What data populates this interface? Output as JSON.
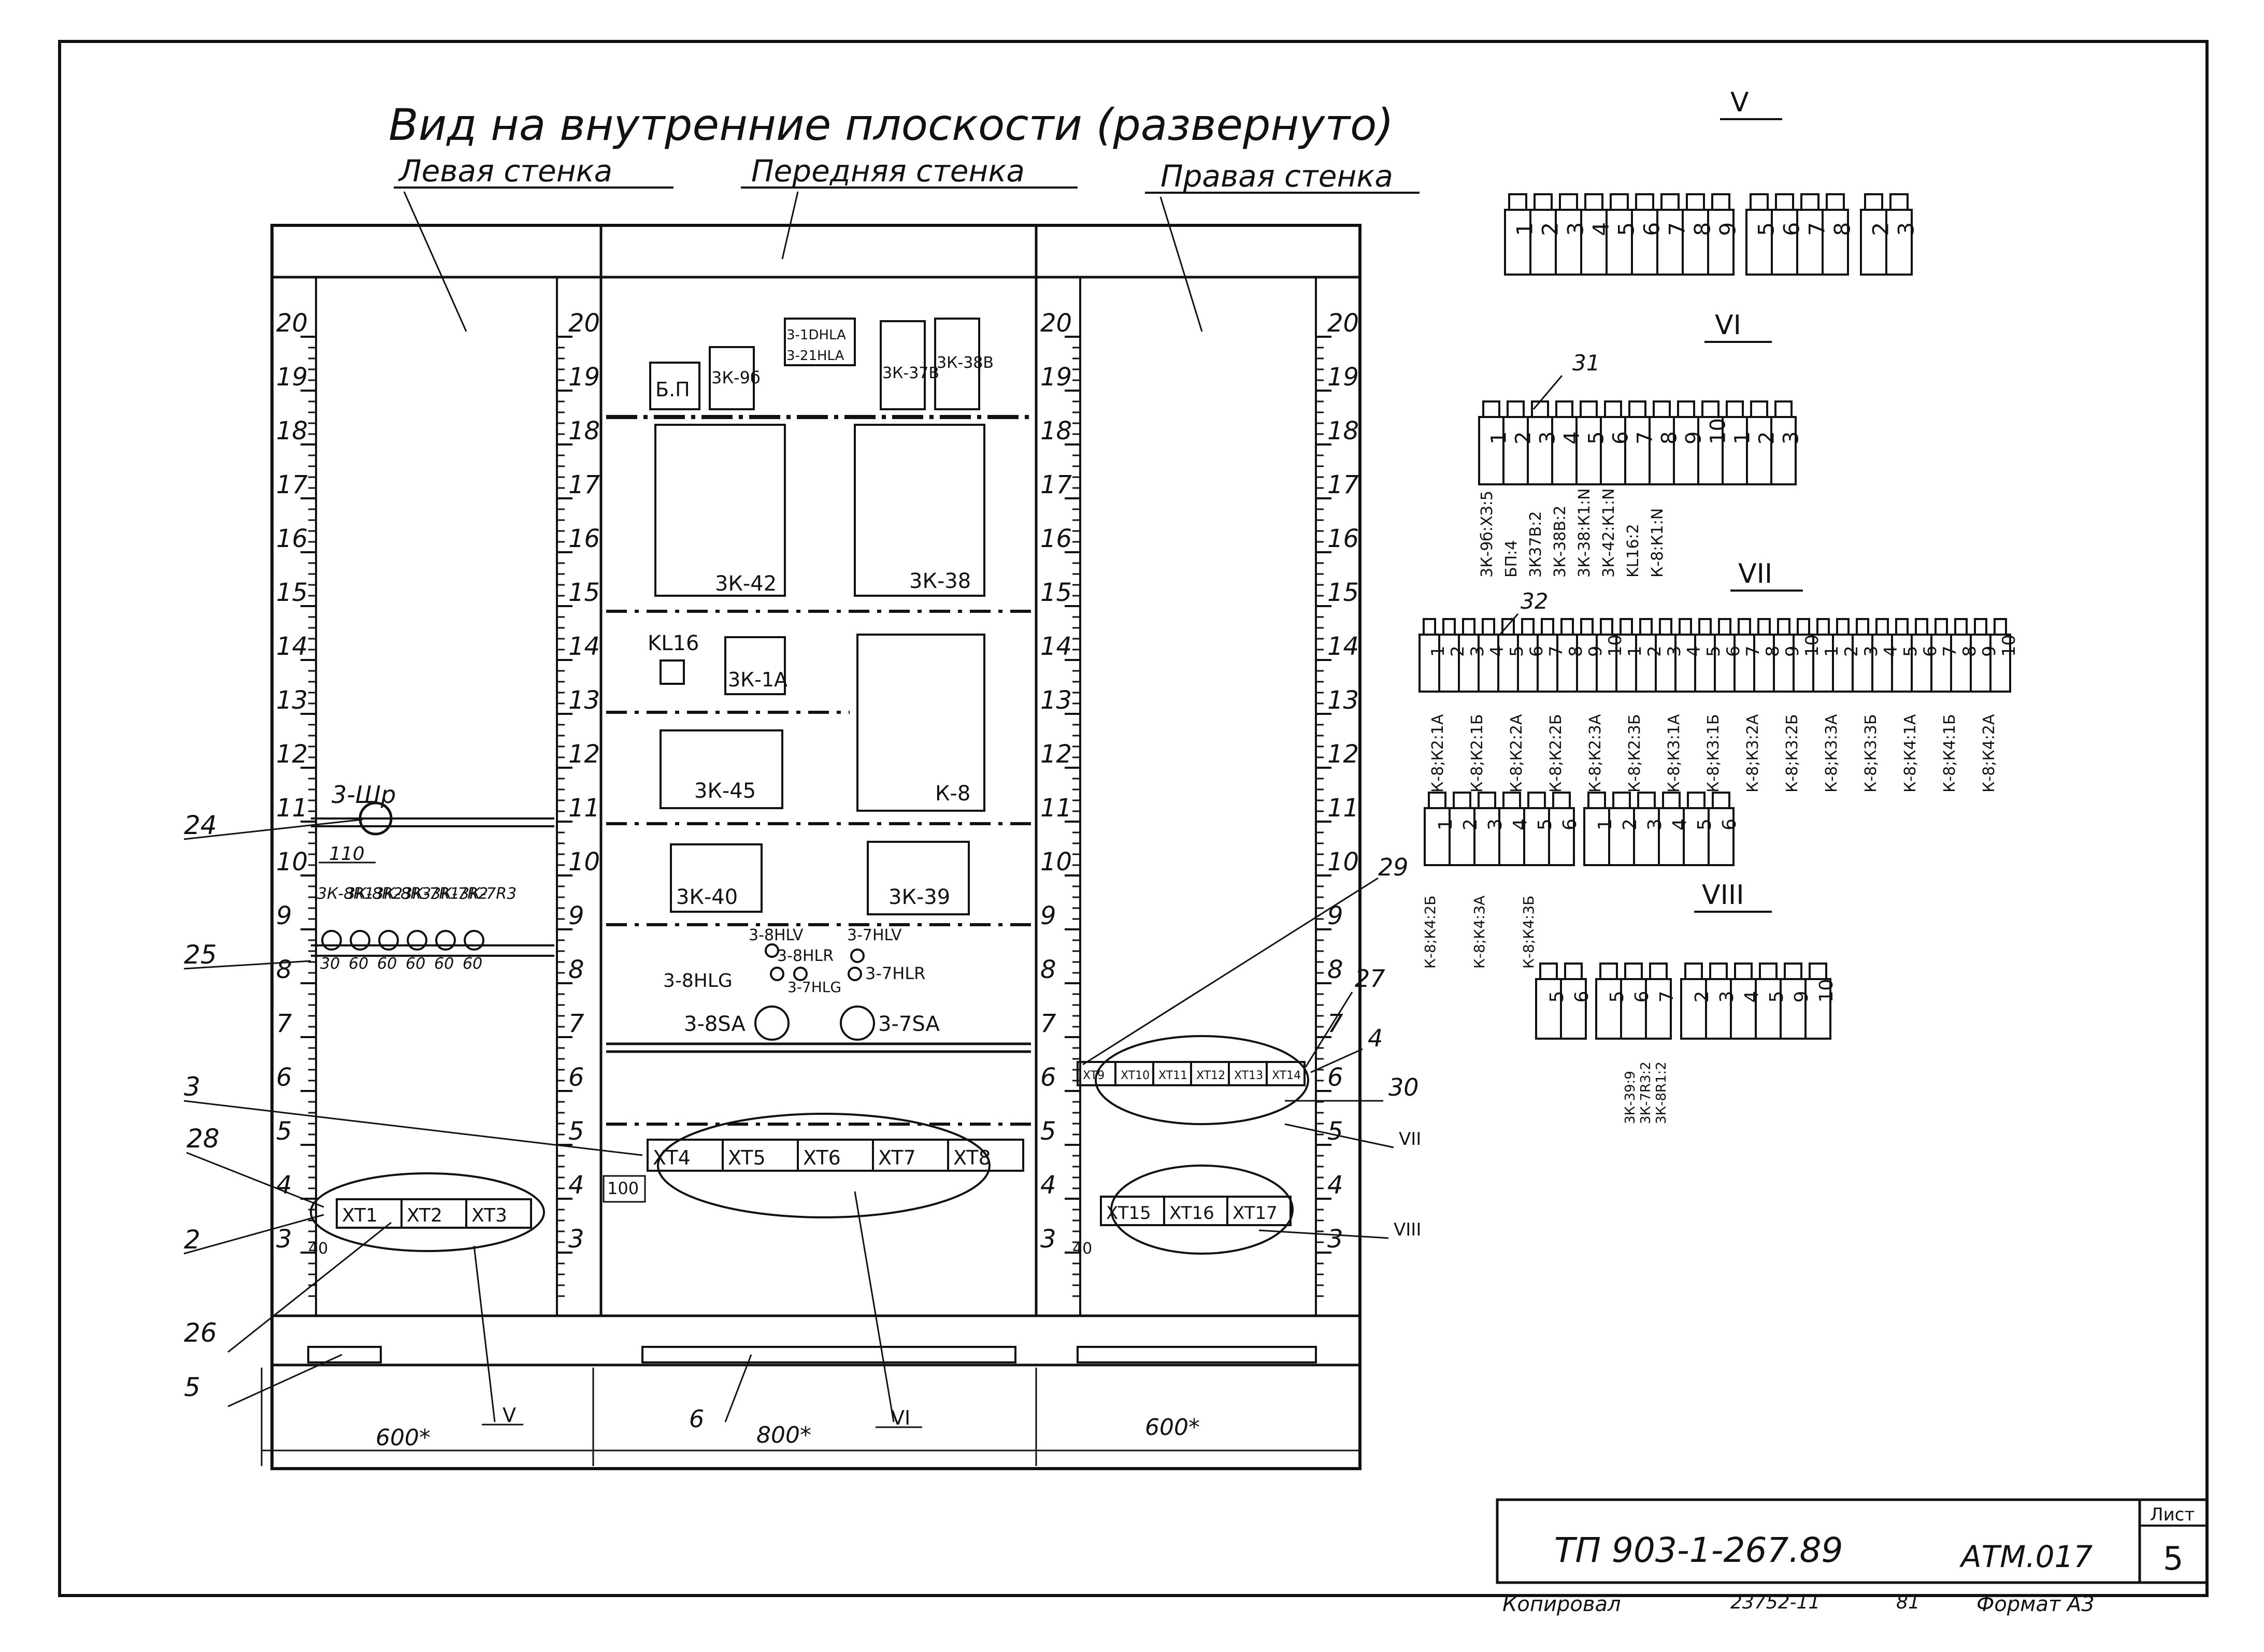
{
  "title": "Вид на внутренние плоскости (развернуто)",
  "walls": {
    "left": "Левая стенка",
    "front": "Передняя стенка",
    "right": "Правая стенка"
  },
  "ruler_numbers": [
    "20",
    "19",
    "18",
    "17",
    "16",
    "15",
    "14",
    "13",
    "12",
    "11",
    "10",
    "9",
    "8",
    "7",
    "6",
    "5",
    "4",
    "3"
  ],
  "front_components": {
    "bp": "Б.П",
    "k9b": "3К-9б",
    "hla1": "3-1DHLA",
    "hla2": "3-21HLA",
    "k37v": "3К-37В",
    "k38v": "3К-38В",
    "k42": "3К-42",
    "k38": "3К-38",
    "kl16": "KL16",
    "k1a": "3К-1А",
    "k45": "3К-45",
    "k8": "К-8",
    "k40": "3К-40",
    "k39": "3К-39",
    "hlv8": "3-8HLV",
    "hlr8": "3-8HLR",
    "hlv7": "3-7HLV",
    "hlg8": "3-8HLG",
    "hlg7": "3-7HLG",
    "hlr7": "3-7HLR",
    "sa8": "3-8SA",
    "sa7": "3-7SA"
  },
  "left_wall": {
    "socket": "3-Шр",
    "dim110": "110",
    "relays": [
      "3К-8R1",
      "3К-8R2",
      "3К-8R3",
      "3К-7R1",
      "3К-7R2",
      "3К-7R3"
    ],
    "relay_spacing": [
      "30",
      "60",
      "60",
      "60",
      "60",
      "60"
    ],
    "blocks": [
      "XT1",
      "XT2",
      "XT3"
    ],
    "dim40": "40"
  },
  "front_blocks": [
    "XT4",
    "XT5",
    "XT6",
    "XT7",
    "XT8"
  ],
  "front_dim100": "100",
  "right_upper_blocks": [
    "XT9",
    "XT10",
    "XT11",
    "XT12",
    "XT13",
    "XT14"
  ],
  "right_lower_blocks": [
    "XT15",
    "XT16",
    "XT17"
  ],
  "right_dim40": "40",
  "callouts": [
    "24",
    "25",
    "3",
    "28",
    "2",
    "26",
    "5",
    "6",
    "29",
    "27",
    "4",
    "30"
  ],
  "section_marks": [
    "V",
    "VI",
    "VII",
    "VIII"
  ],
  "widths": [
    "600*",
    "800*",
    "600*"
  ],
  "view_V": {
    "xt1": [
      "1",
      "2",
      "3",
      "4",
      "5",
      "6",
      "7",
      "8",
      "9"
    ],
    "xt2": [
      "5",
      "6",
      "7",
      "8"
    ],
    "xt3": [
      "2",
      "3"
    ]
  },
  "view_VI": {
    "callout": "31",
    "xt4": [
      "1",
      "2",
      "3",
      "4",
      "5",
      "6",
      "7",
      "8",
      "9",
      "10"
    ],
    "xt5": [
      "1",
      "2",
      "3"
    ],
    "wires": [
      "3К-9б:ХЗ:5",
      "БП:4",
      "3К37В:2",
      "3К-38В:2",
      "3К-38:К1:N",
      "3К-42:К1:N",
      "KL16:2",
      "К-8:К1:N"
    ]
  },
  "view_VII": {
    "callout": "32",
    "xt9": [
      "1",
      "2",
      "3",
      "4",
      "5",
      "6",
      "7",
      "8",
      "9",
      "10"
    ],
    "xt10": [
      "1",
      "2",
      "3",
      "4",
      "5",
      "6",
      "7",
      "8",
      "9",
      "10"
    ],
    "xt11": [
      "1",
      "2",
      "3",
      "4",
      "5",
      "6",
      "7",
      "8",
      "9",
      "10"
    ],
    "wires": [
      "К-8;К2:1А",
      "К-8;К2:1Б",
      "К-8;К2:2А",
      "К-8;К2:2Б",
      "К-8;К2:3А",
      "К-8;К2:3Б",
      "К-8;К3:1А",
      "К-8;К3:1Б",
      "К-8;К3:2А",
      "К-8;К3:2Б",
      "К-8;К3:3А",
      "К-8;К3:3Б",
      "К-8;К4:1А",
      "К-8;К4:1Б",
      "К-8;К4:2А"
    ],
    "xt12": [
      "1",
      "2",
      "3",
      "4",
      "5",
      "6"
    ],
    "xt14": [
      "1",
      "2",
      "3",
      "4",
      "5",
      "6"
    ],
    "wires2": [
      "К-8;К4:2Б",
      "К-8;К4:3А",
      "К-8;К4:3Б"
    ]
  },
  "view_VIII": {
    "xt15": [
      "5",
      "6"
    ],
    "xt16": [
      "5",
      "6",
      "7"
    ],
    "xt17": [
      "2",
      "3",
      "4",
      "5",
      "9",
      "10"
    ],
    "wires": [
      "3К-39:9",
      "3К-7R3:2",
      "3К-8R1:2"
    ]
  },
  "title_block": {
    "doc": "ТП 903-1-267.89",
    "code": "АТМ.017",
    "sheet_label": "Лист",
    "sheet": "5"
  },
  "footer": {
    "copied": "Копировал",
    "num": "23752-11",
    "n81": "81",
    "format": "Формат А3"
  }
}
